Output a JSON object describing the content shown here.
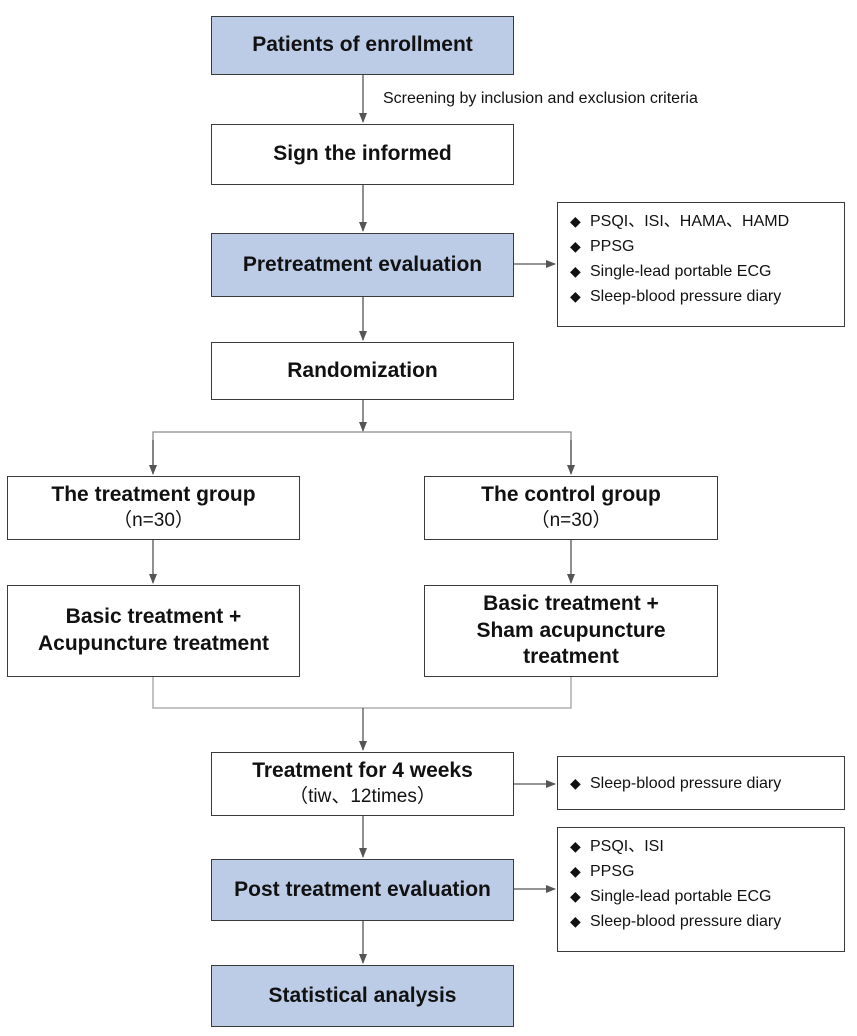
{
  "nodes": {
    "enrollment": "Patients of enrollment",
    "screening_label": "Screening by inclusion and exclusion criteria",
    "sign": "Sign the informed",
    "pretreatment": "Pretreatment evaluation",
    "randomization": "Randomization",
    "treatment_group": {
      "title": "The treatment group",
      "n": "（n=30）"
    },
    "control_group": {
      "title": "The control group",
      "n": "（n=30）"
    },
    "treatment_arm": [
      "Basic treatment  +",
      "Acupuncture treatment"
    ],
    "control_arm": [
      "Basic treatment +",
      "Sham acupuncture",
      "treatment"
    ],
    "treatment_weeks": {
      "title": "Treatment for 4 weeks",
      "sub": "（tiw、12times）"
    },
    "post_treatment": "Post treatment evaluation",
    "statistical": "Statistical analysis"
  },
  "notes": {
    "bullet": "◆",
    "pretreatment": [
      "PSQI、ISI、HAMA、HAMD",
      "PPSG",
      "Single-lead portable ECG",
      "Sleep-blood pressure diary"
    ],
    "during": [
      "Sleep-blood pressure diary"
    ],
    "post": [
      "PSQI、ISI",
      "PPSG",
      "Single-lead portable ECG",
      "Sleep-blood pressure diary"
    ]
  },
  "colors": {
    "shaded_box": "#bccbe6",
    "border": "#3a3a3a",
    "connector": "#555555",
    "merge_line": "#a0a0a0"
  }
}
